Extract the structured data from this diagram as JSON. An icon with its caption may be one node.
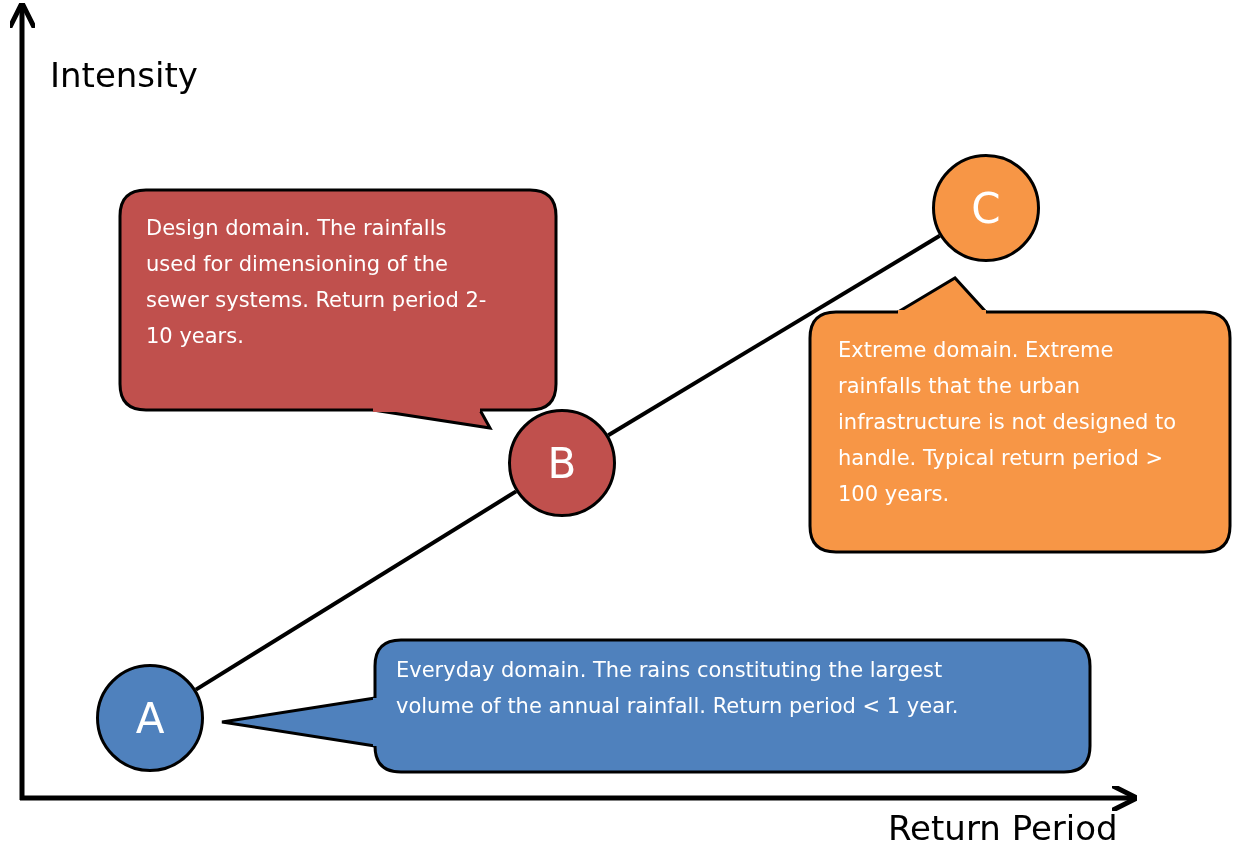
{
  "diagram": {
    "nodes": [
      {
        "text": [
          "C"
        ]
      },
      {
        "text": [
          "Design domain. The rainfalls used for dimensioning of the sewer systems. Return period 2-10 years."
        ]
      },
      {
        "text": [
          "Extreme domain. Extreme rainfalls that the urban infrastructure is not designed to handle. Typical return period > 100 years."
        ]
      },
      {
        "text": [
          "B"
        ]
      },
      {
        "text": [
          "A"
        ]
      },
      {
        "text": [
          "Everyday domain. The rains constituting the largest volume of the annual rainfall. Return period < 1 year."
        ]
      }
    ],
    "edges": [
      {
        "from": 4,
        "to": 3,
        "arrow": "none"
      },
      {
        "from": 3,
        "to": 0,
        "arrow": "none"
      }
    ],
    "labels": [
      "Intensity",
      "Return Period"
    ]
  }
}
